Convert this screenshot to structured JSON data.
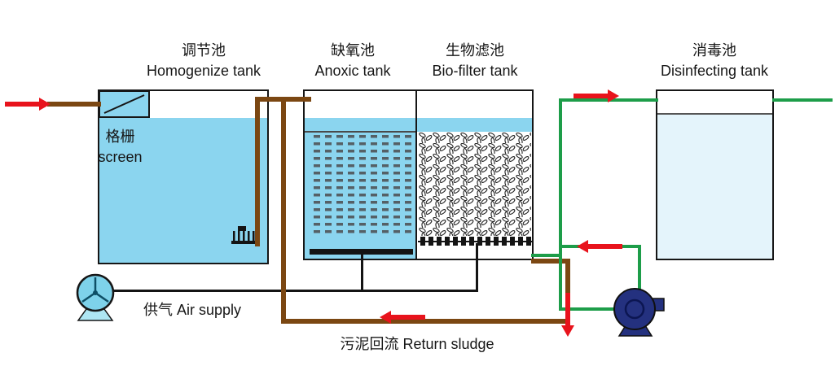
{
  "tanks": [
    {
      "name_zh": "调节池",
      "name_en": "Homogenize tank"
    },
    {
      "name_zh": "缺氧池",
      "name_en": "Anoxic tank"
    },
    {
      "name_zh": "生物滤池",
      "name_en": "Bio-filter tank"
    },
    {
      "name_zh": "消毒池",
      "name_en": "Disinfecting tank"
    }
  ],
  "annotations": {
    "screen_zh": "格栅",
    "screen_en": "screen",
    "air_supply": "供气 Air supply",
    "return_sludge": "污泥回流 Return sludge"
  },
  "colors": {
    "water": "#8bd5ef",
    "water_pale": "#e4f4fb",
    "sludge_pipe": "#7b4712",
    "water_pipe": "#1d9d49",
    "flow_arrow": "#e8131c",
    "air_line": "#141414",
    "pump_body": "#24317f",
    "blower_body": "#7ed2ea"
  }
}
